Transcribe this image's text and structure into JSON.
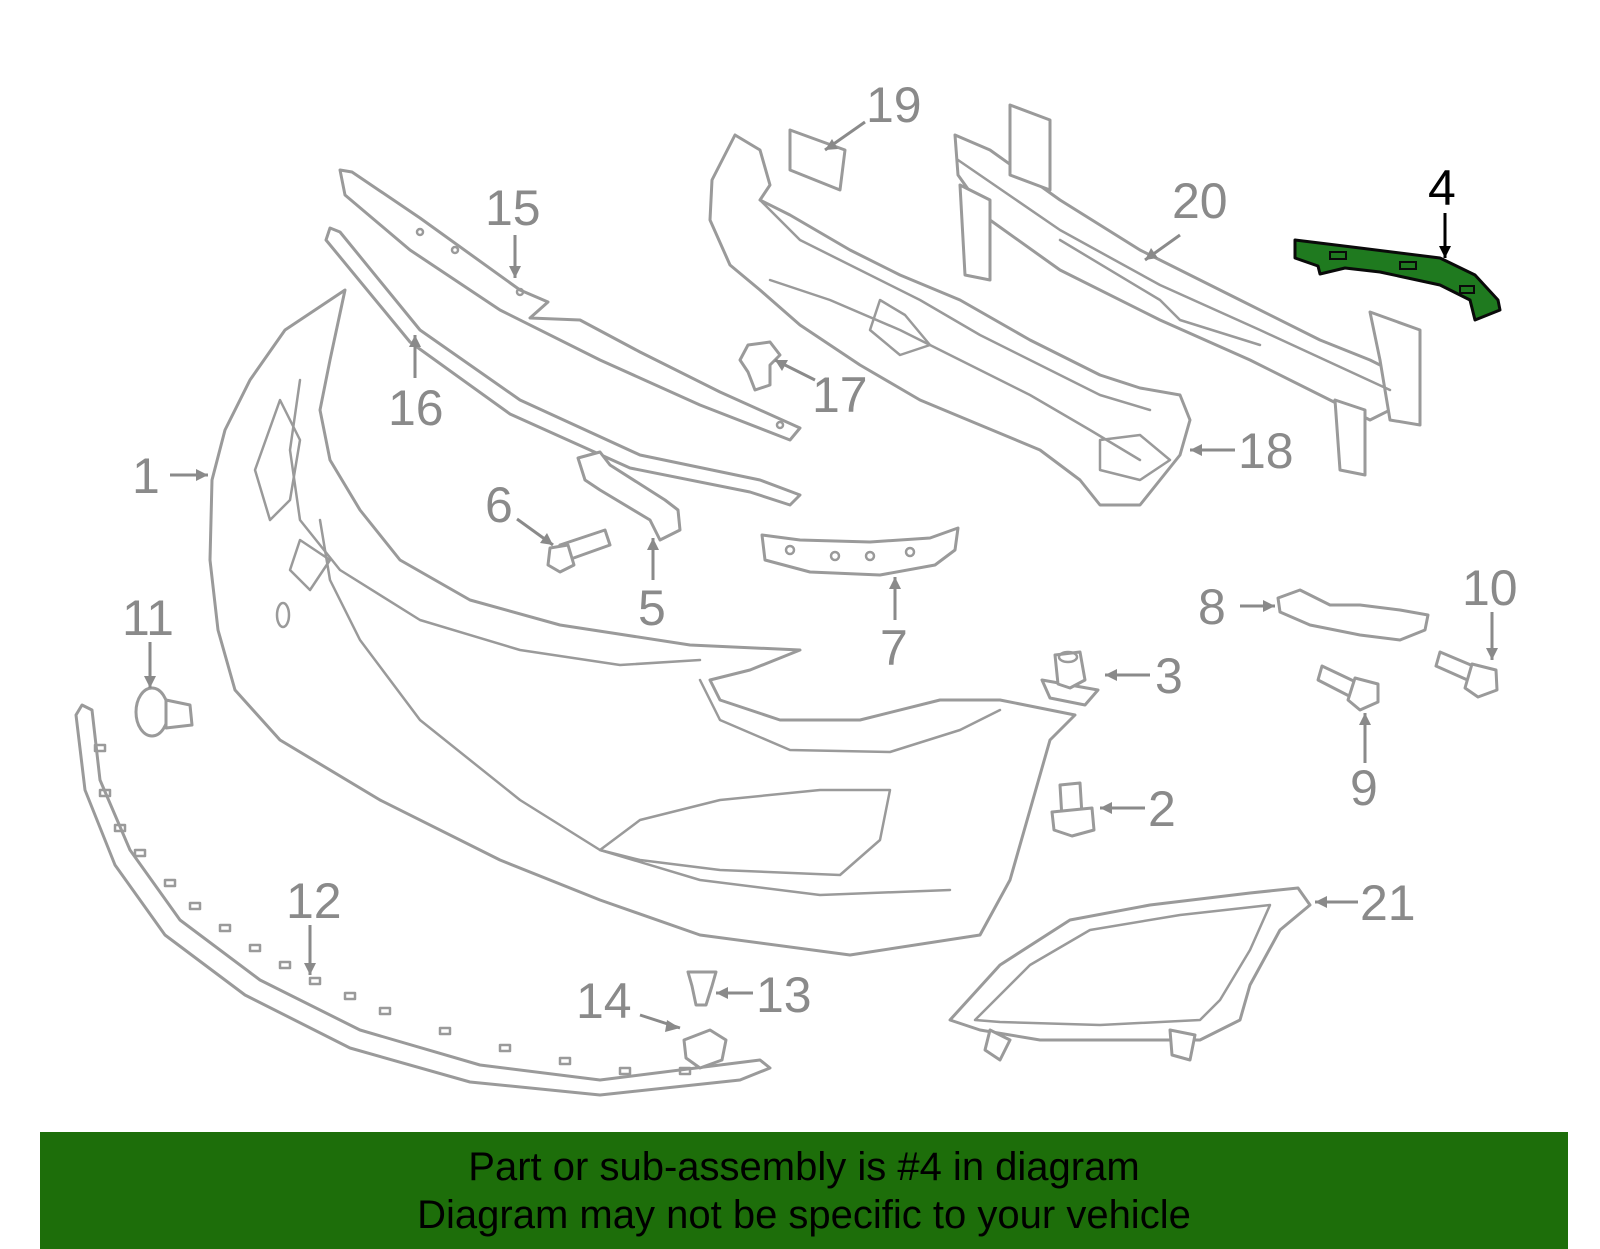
{
  "diagram": {
    "highlighted_part": "4",
    "colors": {
      "highlight": "#1f7a1f",
      "banner": "#1d6e0a",
      "part_stroke": "#9a9a9a",
      "callout": "#8a8a8a"
    },
    "callouts": [
      {
        "id": "1",
        "label": "1"
      },
      {
        "id": "2",
        "label": "2"
      },
      {
        "id": "3",
        "label": "3"
      },
      {
        "id": "4",
        "label": "4"
      },
      {
        "id": "5",
        "label": "5"
      },
      {
        "id": "6",
        "label": "6"
      },
      {
        "id": "7",
        "label": "7"
      },
      {
        "id": "8",
        "label": "8"
      },
      {
        "id": "9",
        "label": "9"
      },
      {
        "id": "10",
        "label": "10"
      },
      {
        "id": "11",
        "label": "11"
      },
      {
        "id": "12",
        "label": "12"
      },
      {
        "id": "13",
        "label": "13"
      },
      {
        "id": "14",
        "label": "14"
      },
      {
        "id": "15",
        "label": "15"
      },
      {
        "id": "16",
        "label": "16"
      },
      {
        "id": "17",
        "label": "17"
      },
      {
        "id": "18",
        "label": "18"
      },
      {
        "id": "19",
        "label": "19"
      },
      {
        "id": "20",
        "label": "20"
      },
      {
        "id": "21",
        "label": "21"
      }
    ]
  },
  "banner": {
    "line1": "Part or sub-assembly is #4 in diagram",
    "line2": "Diagram may not be specific to your vehicle"
  }
}
